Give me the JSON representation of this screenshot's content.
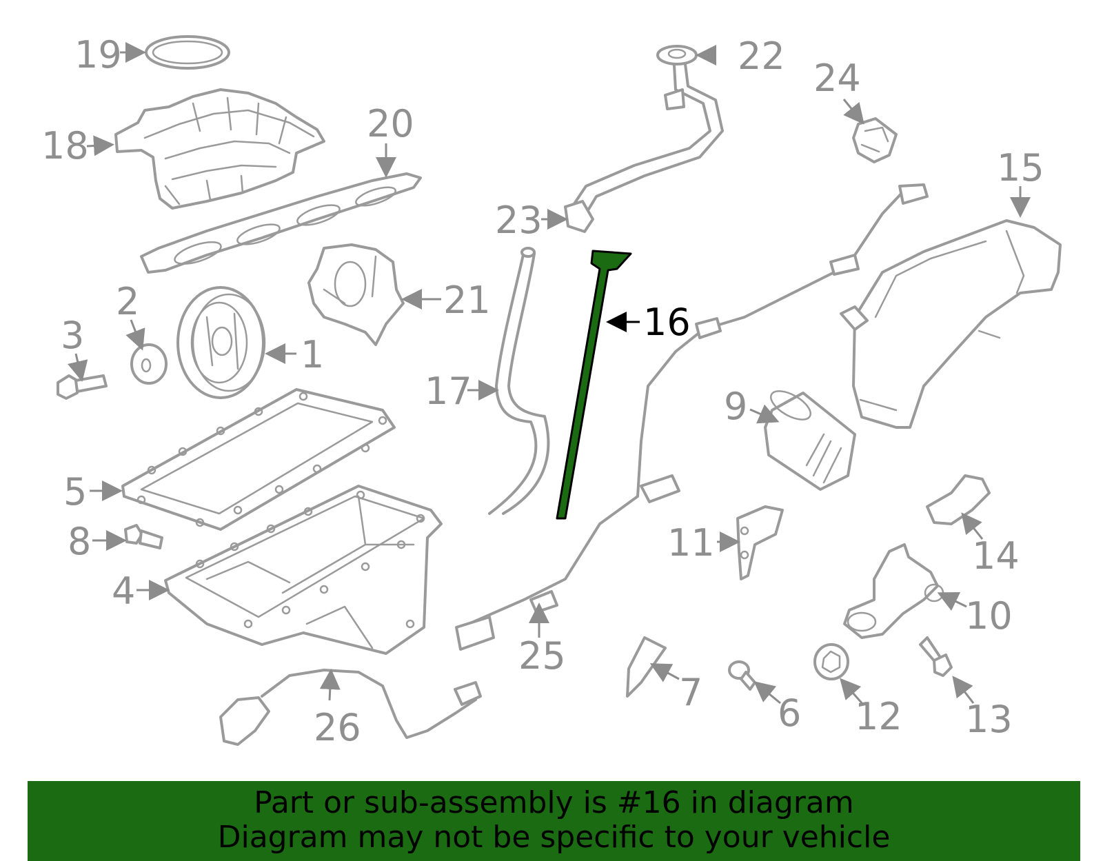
{
  "colors": {
    "background": "#ffffff",
    "part_stroke": "#9a9a9a",
    "callout_text": "#8f8f8f",
    "highlight_fill": "#1b6b12",
    "highlight_text": "#000000",
    "banner_bg": "#1b6b12"
  },
  "highlighted_part": "16",
  "callouts": {
    "c1": "1",
    "c2": "2",
    "c3": "3",
    "c4": "4",
    "c5": "5",
    "c6": "6",
    "c7": "7",
    "c8": "8",
    "c9": "9",
    "c10": "10",
    "c11": "11",
    "c12": "12",
    "c13": "13",
    "c14": "14",
    "c15": "15",
    "c16": "16",
    "c17": "17",
    "c18": "18",
    "c19": "19",
    "c20": "20",
    "c21": "21",
    "c22": "22",
    "c23": "23",
    "c24": "24",
    "c25": "25",
    "c26": "26"
  },
  "banner": {
    "line1": "Part or sub-assembly is #16 in diagram",
    "line2": "Diagram may not be specific to your vehicle"
  }
}
